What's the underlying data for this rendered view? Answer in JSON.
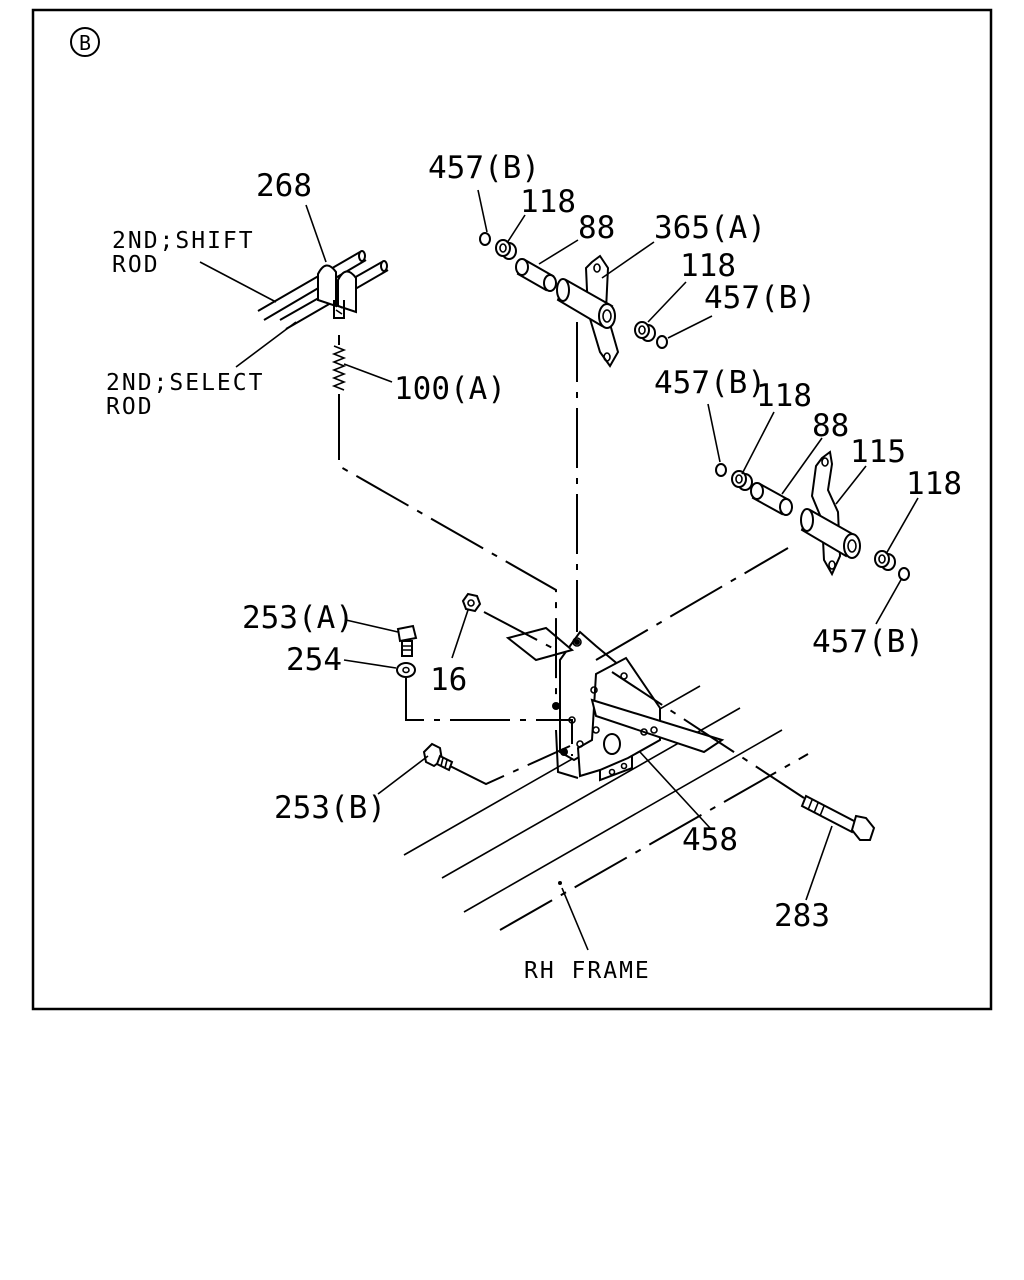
{
  "view_badge": "B",
  "labels": {
    "p268": "268",
    "shift_rod_1": "2ND;SHIFT",
    "shift_rod_2": "ROD",
    "select_rod_1": "2ND;SELECT",
    "select_rod_2": "ROD",
    "p100a": "100(A)",
    "p457b_1": "457(B)",
    "p118_1": "118",
    "p88_1": "88",
    "p365a": "365(A)",
    "p118_2": "118",
    "p457b_2": "457(B)",
    "p457b_3": "457(B)",
    "p118_3": "118",
    "p88_2": "88",
    "p115": "115",
    "p118_4": "118",
    "p457b_4": "457(B)",
    "p253a": "253(A)",
    "p254": "254",
    "p16": "16",
    "p253b": "253(B)",
    "p458": "458",
    "p283": "283",
    "rh_frame": "RH FRAME"
  }
}
